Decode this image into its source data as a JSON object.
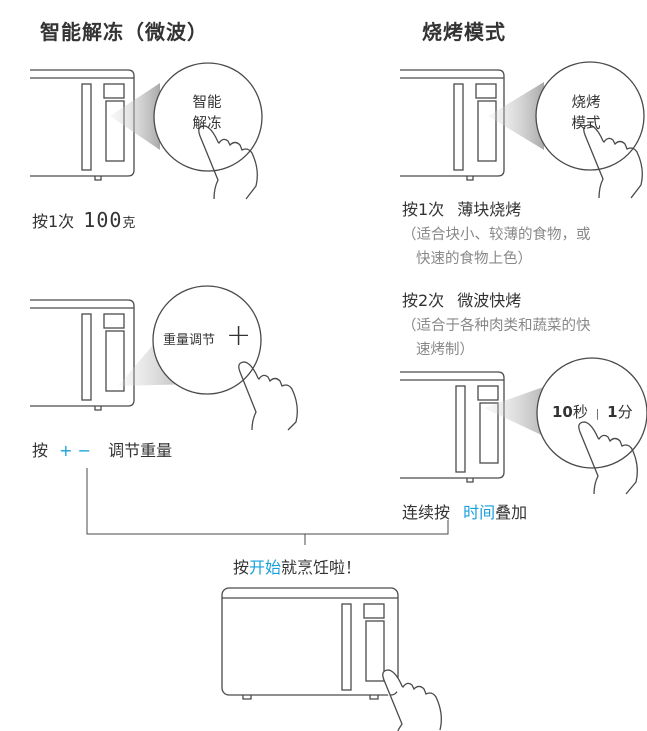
{
  "left": {
    "title": "智能解冻（微波）",
    "bubble1": [
      "智能",
      "解冻"
    ],
    "step1": {
      "prefix": "按1次",
      "value": "100",
      "unit": "克"
    },
    "bubble2": {
      "label": "重量调节",
      "symbol": "+"
    },
    "step2": {
      "prefix": "按",
      "plus": "+",
      "minus": "−",
      "suffix": "调节重量"
    }
  },
  "right": {
    "title": "烧烤模式",
    "bubble1": [
      "烧烤",
      "模式"
    ],
    "press1": {
      "label": "按1次",
      "mode": "薄块烧烤",
      "note1": "（适合块小、较薄的食物，或",
      "note2": "快速的食物上色）"
    },
    "press2": {
      "label": "按2次",
      "mode": "微波快烤",
      "note1": "（适合于各种肉类和蔬菜的快",
      "note2": "速烤制）"
    },
    "bubble2": {
      "v1": "10",
      "u1": "秒",
      "sep": "|",
      "v2": "1",
      "u2": "分"
    },
    "step3": {
      "prefix": "连续按",
      "highlight": "时间",
      "suffix": "叠加"
    }
  },
  "bottom": {
    "prefix": "按",
    "highlight": "开始",
    "suffix": "就烹饪啦！"
  },
  "colors": {
    "accent": "#1aa0dc",
    "line": "#4a4a4a",
    "note": "#888888",
    "cone": "#bfbfbf"
  }
}
